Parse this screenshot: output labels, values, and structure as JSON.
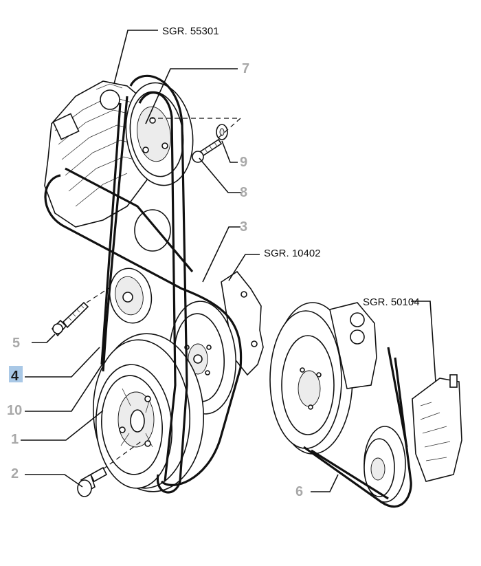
{
  "references": {
    "alternator_group": "SGR. 55301",
    "water_pump_group": "SGR. 10402",
    "compressor_group": "SGR. 50104"
  },
  "callouts": [
    {
      "id": "c1",
      "label": "1",
      "highlighted": false
    },
    {
      "id": "c2",
      "label": "2",
      "highlighted": false
    },
    {
      "id": "c3",
      "label": "3",
      "highlighted": false
    },
    {
      "id": "c4",
      "label": "4",
      "highlighted": true
    },
    {
      "id": "c5",
      "label": "5",
      "highlighted": false
    },
    {
      "id": "c6",
      "label": "6",
      "highlighted": false
    },
    {
      "id": "c7",
      "label": "7",
      "highlighted": false
    },
    {
      "id": "c8",
      "label": "8",
      "highlighted": false
    },
    {
      "id": "c9",
      "label": "9",
      "highlighted": false
    },
    {
      "id": "c10",
      "label": "10",
      "highlighted": false
    }
  ],
  "colors": {
    "highlight": "#a9c8e6",
    "callout_inactive": "#a8a8a8",
    "callout_active": "#1a1a1a",
    "line": "#111111"
  }
}
